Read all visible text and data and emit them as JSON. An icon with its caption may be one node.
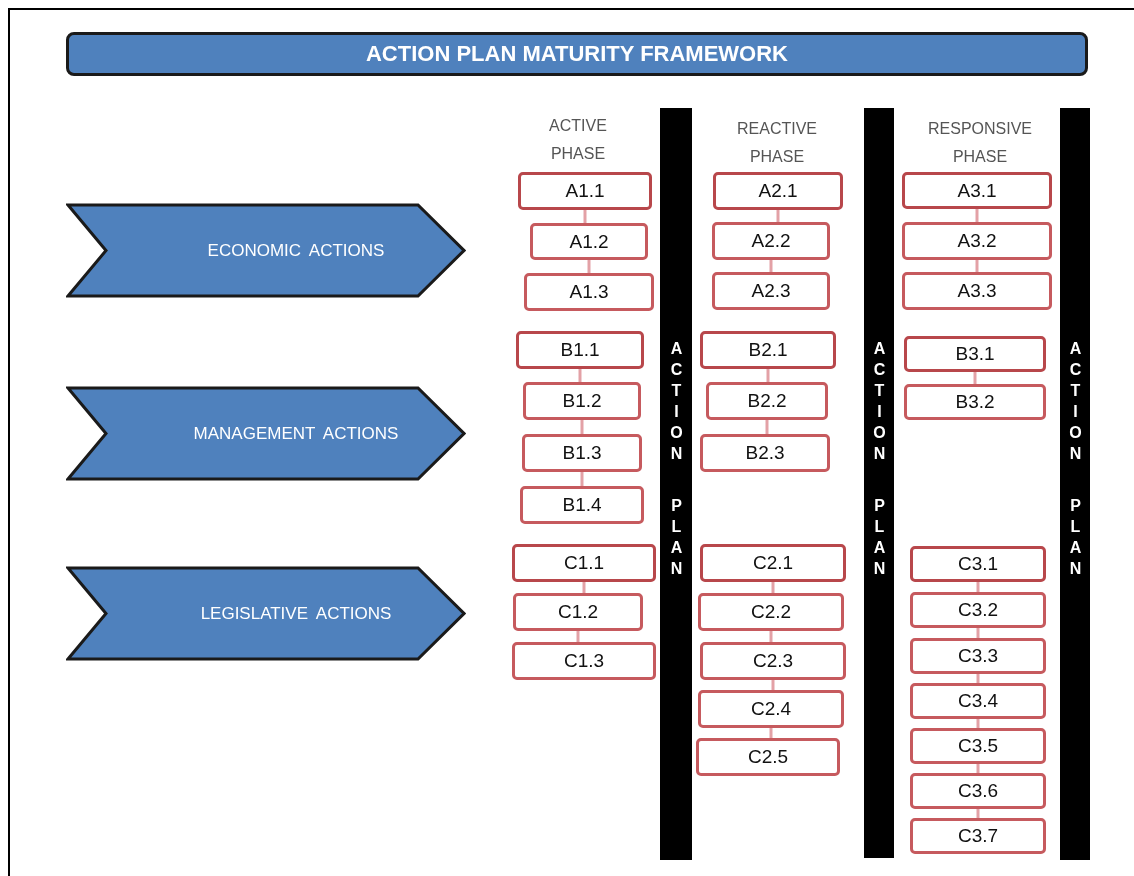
{
  "diagram": {
    "nodes": [
      {
        "text": [
          "ACTION PLAN MATURITY FRAMEWORK"
        ]
      },
      {
        "text": [
          "ECONOMIC ACTIONS"
        ]
      },
      {
        "text": [
          "MANAGEMENT ACTIONS"
        ]
      },
      {
        "text": [
          "LEGISLATIVE ACTIONS"
        ]
      },
      {
        "text": [
          "A1.1"
        ]
      },
      {
        "text": [
          "A1.2"
        ]
      },
      {
        "text": [
          "A1.3"
        ]
      },
      {
        "text": [
          "B1.1"
        ]
      },
      {
        "text": [
          "B1.2"
        ]
      },
      {
        "text": [
          "B1.3"
        ]
      },
      {
        "text": [
          "B1.4"
        ]
      },
      {
        "text": [
          "C1.1"
        ]
      },
      {
        "text": [
          "C1.2"
        ]
      },
      {
        "text": [
          "C1.3"
        ]
      },
      {
        "text": [
          "ACTION PLAN"
        ]
      },
      {
        "text": [
          "A2.1"
        ]
      },
      {
        "text": [
          "A2.2"
        ]
      },
      {
        "text": [
          "A2.3"
        ]
      },
      {
        "text": [
          "B2.1"
        ]
      },
      {
        "text": [
          "B2.2"
        ]
      },
      {
        "text": [
          "B2.3"
        ]
      },
      {
        "text": [
          "C2.1"
        ]
      },
      {
        "text": [
          "C2.2"
        ]
      },
      {
        "text": [
          "C2.3"
        ]
      },
      {
        "text": [
          "C2.4"
        ]
      },
      {
        "text": [
          "C2.5"
        ]
      },
      {
        "text": [
          "ACTION PLAN"
        ]
      },
      {
        "text": [
          "A3.1"
        ]
      },
      {
        "text": [
          "A3.2"
        ]
      },
      {
        "text": [
          "A3.3"
        ]
      },
      {
        "text": [
          "B3.1"
        ]
      },
      {
        "text": [
          "B3.2"
        ]
      },
      {
        "text": [
          "C3.1"
        ]
      },
      {
        "text": [
          "C3.2"
        ]
      },
      {
        "text": [
          "C3.3"
        ]
      },
      {
        "text": [
          "C3.4"
        ]
      },
      {
        "text": [
          "C3.5"
        ]
      },
      {
        "text": [
          "C3.6"
        ]
      },
      {
        "text": [
          "C3.7"
        ]
      },
      {
        "text": [
          "ACTION PLAN"
        ]
      }
    ],
    "edges": [
      {
        "from": 4,
        "to": 5,
        "arrow": "none"
      },
      {
        "from": 5,
        "to": 6,
        "arrow": "none"
      },
      {
        "from": 7,
        "to": 8,
        "arrow": "none"
      },
      {
        "from": 8,
        "to": 9,
        "arrow": "none"
      },
      {
        "from": 9,
        "to": 10,
        "arrow": "none"
      },
      {
        "from": 11,
        "to": 12,
        "arrow": "none"
      },
      {
        "from": 12,
        "to": 13,
        "arrow": "none"
      },
      {
        "from": 15,
        "to": 16,
        "arrow": "none"
      },
      {
        "from": 16,
        "to": 17,
        "arrow": "none"
      },
      {
        "from": 18,
        "to": 19,
        "arrow": "none"
      },
      {
        "from": 19,
        "to": 20,
        "arrow": "none"
      },
      {
        "from": 21,
        "to": 22,
        "arrow": "none"
      },
      {
        "from": 22,
        "to": 23,
        "arrow": "none"
      },
      {
        "from": 23,
        "to": 24,
        "arrow": "none"
      },
      {
        "from": 24,
        "to": 25,
        "arrow": "none"
      },
      {
        "from": 27,
        "to": 28,
        "arrow": "none"
      },
      {
        "from": 28,
        "to": 29,
        "arrow": "none"
      },
      {
        "from": 30,
        "to": 31,
        "arrow": "none"
      },
      {
        "from": 32,
        "to": 33,
        "arrow": "none"
      },
      {
        "from": 33,
        "to": 34,
        "arrow": "none"
      },
      {
        "from": 34,
        "to": 35,
        "arrow": "none"
      },
      {
        "from": 35,
        "to": 36,
        "arrow": "none"
      },
      {
        "from": 36,
        "to": 37,
        "arrow": "none"
      },
      {
        "from": 37,
        "to": 38,
        "arrow": "none"
      }
    ],
    "labels": [
      "ACTIVE PHASE",
      "REACTIVE PHASE",
      "RESPONSIVE PHASE"
    ]
  }
}
